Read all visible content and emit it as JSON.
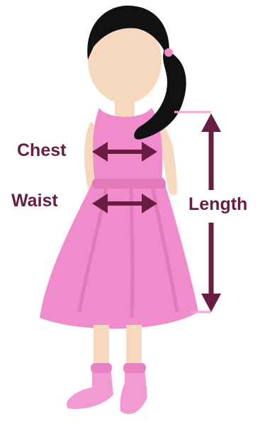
{
  "labels": {
    "chest": "Chest",
    "waist": "Waist",
    "length": "Length"
  },
  "colors": {
    "dress": "#f08ccb",
    "dress_shade": "#e27ab9",
    "skin": "#f6d8bf",
    "hair": "#111111",
    "sock_shoe": "#f29ad2",
    "arrow": "#6a1d43",
    "guide_line": "#f3a6d2"
  },
  "icons": {
    "chest_arrow": "double-arrow-horizontal",
    "waist_arrow": "double-arrow-horizontal",
    "length_arrow": "double-arrow-vertical"
  }
}
